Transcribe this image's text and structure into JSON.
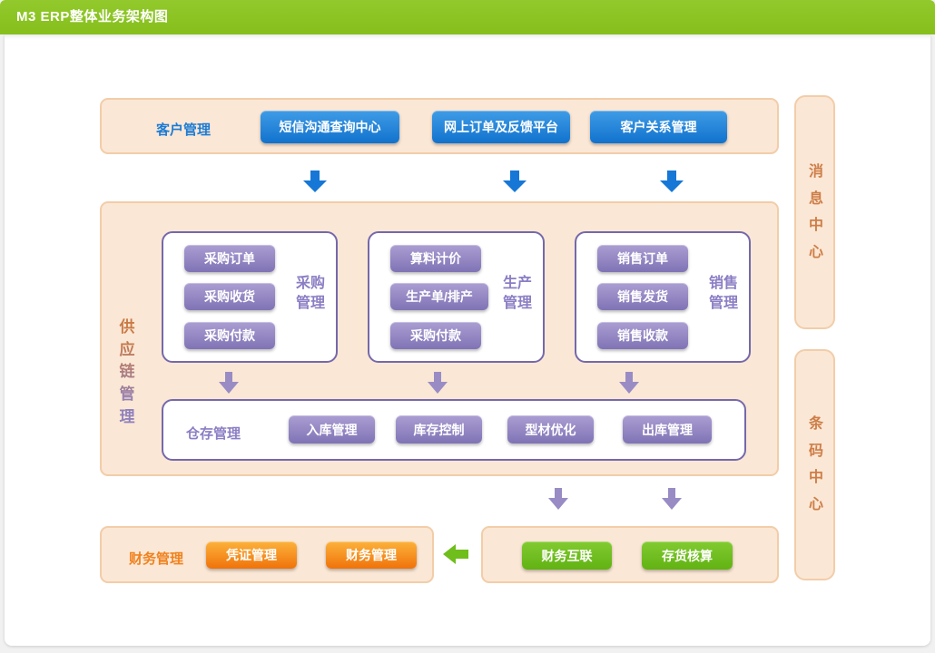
{
  "header": {
    "title": "M3 ERP整体业务架构图"
  },
  "customer": {
    "label": "客户管理",
    "buttons": [
      "短信沟通查询中心",
      "网上订单及反馈平台",
      "客户关系管理"
    ]
  },
  "side_panels": {
    "message_center": "消息中心",
    "barcode_center": "条码中心"
  },
  "supply_chain": {
    "label": "供应链管理",
    "procurement": {
      "label": "采购管理",
      "buttons": [
        "采购订单",
        "采购收货",
        "采购付款"
      ]
    },
    "production": {
      "label": "生产管理",
      "buttons": [
        "算料计价",
        "生产单/排产",
        "采购付款"
      ]
    },
    "sales": {
      "label": "销售管理",
      "buttons": [
        "销售订单",
        "销售发货",
        "销售收款"
      ]
    },
    "warehouse": {
      "label": "仓存管理",
      "buttons": [
        "入库管理",
        "库存控制",
        "型材优化",
        "出库管理"
      ]
    }
  },
  "finance": {
    "label": "财务管理",
    "buttons": [
      "凭证管理",
      "财务管理"
    ]
  },
  "interlink": {
    "buttons": [
      "财务互联",
      "存货核算"
    ]
  },
  "colors": {
    "header_green": "#8cc326",
    "peach_fill": "#fbe7d5",
    "peach_border": "#f2cda9",
    "blue_button": "#1778d2",
    "purple_button": "#8678b8",
    "purple_border": "#7568ac",
    "orange_button": "#f0770d",
    "green_button": "#6cbe1e",
    "label_blue": "#1c7cd5",
    "label_orange": "#f0821e",
    "label_purple": "#8b7ec4",
    "label_brown": "#cd7e48",
    "arrow_blue": "#1677d6",
    "arrow_purple": "#998cc5",
    "arrow_green": "#6fbe1c"
  }
}
